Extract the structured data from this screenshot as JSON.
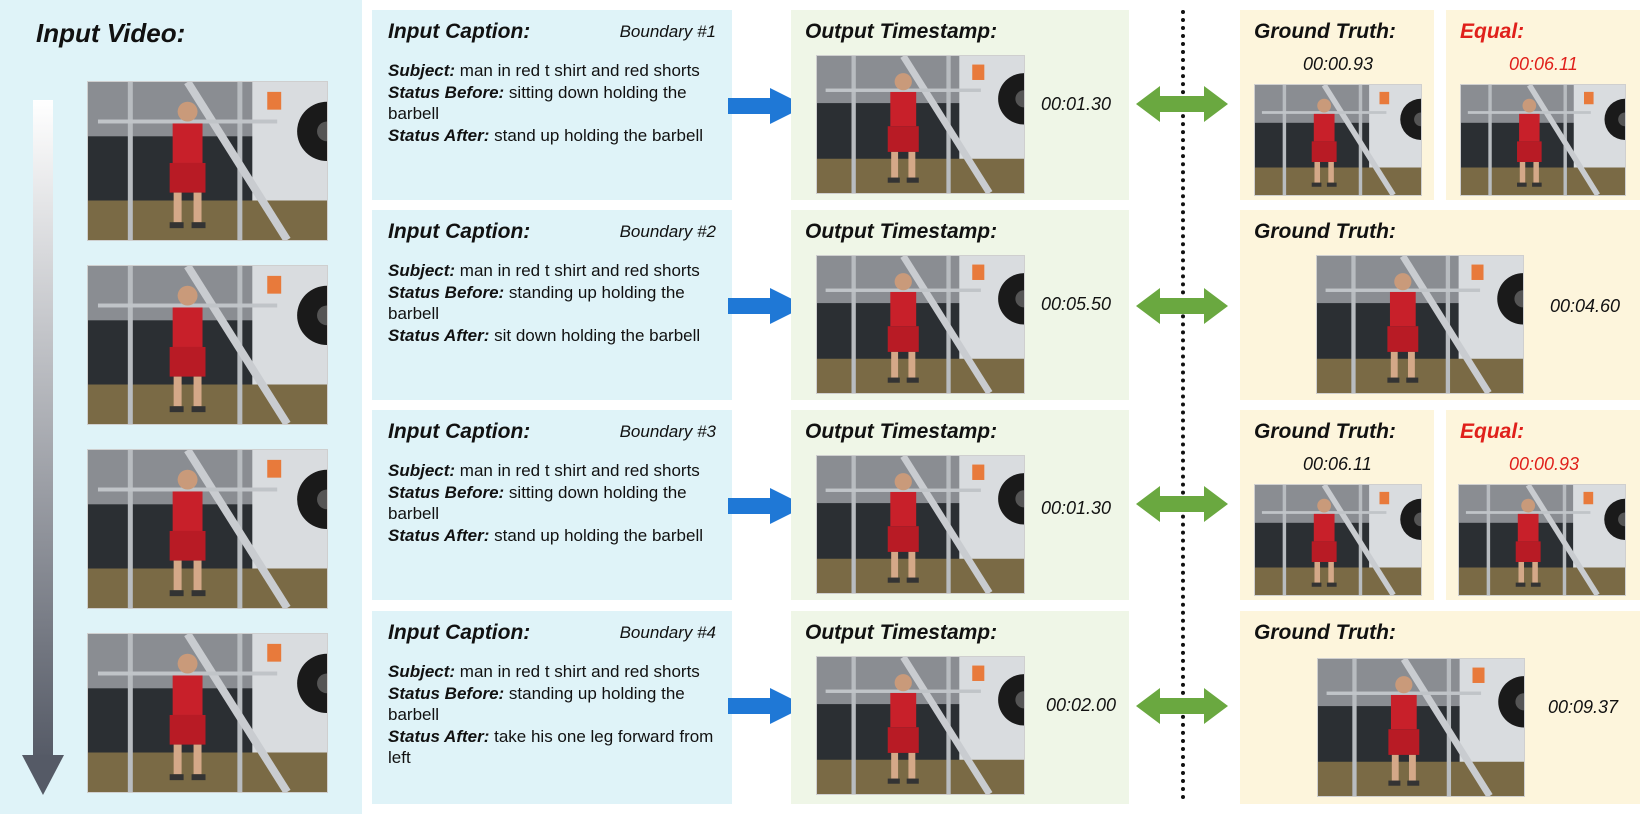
{
  "input_video": {
    "title": "Input Video:",
    "frames": [
      "frame-standing-1",
      "frame-squat-1",
      "frame-standing-2",
      "frame-standing-3"
    ]
  },
  "captions": [
    {
      "title": "Input Caption:",
      "boundary": "Boundary #1",
      "subject_label": "Subject:",
      "subject": "man in red t shirt and red shorts",
      "before_label": "Status Before:",
      "before": "sitting down holding the barbell",
      "after_label": "Status After:",
      "after": "stand up holding the barbell"
    },
    {
      "title": "Input Caption:",
      "boundary": "Boundary #2",
      "subject_label": "Subject:",
      "subject": "man in red t shirt and red shorts",
      "before_label": "Status Before:",
      "before": "standing up holding the barbell",
      "after_label": "Status After:",
      "after": "sit down holding the barbell"
    },
    {
      "title": "Input Caption:",
      "boundary": "Boundary #3",
      "subject_label": "Subject:",
      "subject": "man in red t shirt and red shorts",
      "before_label": "Status Before:",
      "before": "sitting down holding the barbell",
      "after_label": "Status After:",
      "after": "stand up holding the barbell"
    },
    {
      "title": "Input Caption:",
      "boundary": "Boundary #4",
      "subject_label": "Subject:",
      "subject": "man in red t shirt and red shorts",
      "before_label": "Status Before:",
      "before": "standing up holding the barbell",
      "after_label": "Status After:",
      "after": "take his one leg forward from left"
    }
  ],
  "outputs": [
    {
      "title": "Output Timestamp:",
      "time": "00:01.30"
    },
    {
      "title": "Output Timestamp:",
      "time": "00:05.50"
    },
    {
      "title": "Output Timestamp:",
      "time": "00:01.30"
    },
    {
      "title": "Output Timestamp:",
      "time": "00:02.00"
    }
  ],
  "ground_truth": [
    {
      "title": "Ground Truth:",
      "time": "00:00.93",
      "equal_title": "Equal:",
      "equal_time": "00:06.11"
    },
    {
      "title": "Ground Truth:",
      "time": "00:04.60"
    },
    {
      "title": "Ground Truth:",
      "time": "00:06.11",
      "equal_title": "Equal:",
      "equal_time": "00:00.93"
    },
    {
      "title": "Ground Truth:",
      "time": "00:09.37"
    }
  ],
  "colors": {
    "caption_bg": "#dff3f8",
    "output_bg": "#eff6e7",
    "gt_bg": "#fdf5dc",
    "blue_arrow": "#1f78d6",
    "green_arrow": "#6aa840",
    "equal_red": "#e0201b"
  }
}
